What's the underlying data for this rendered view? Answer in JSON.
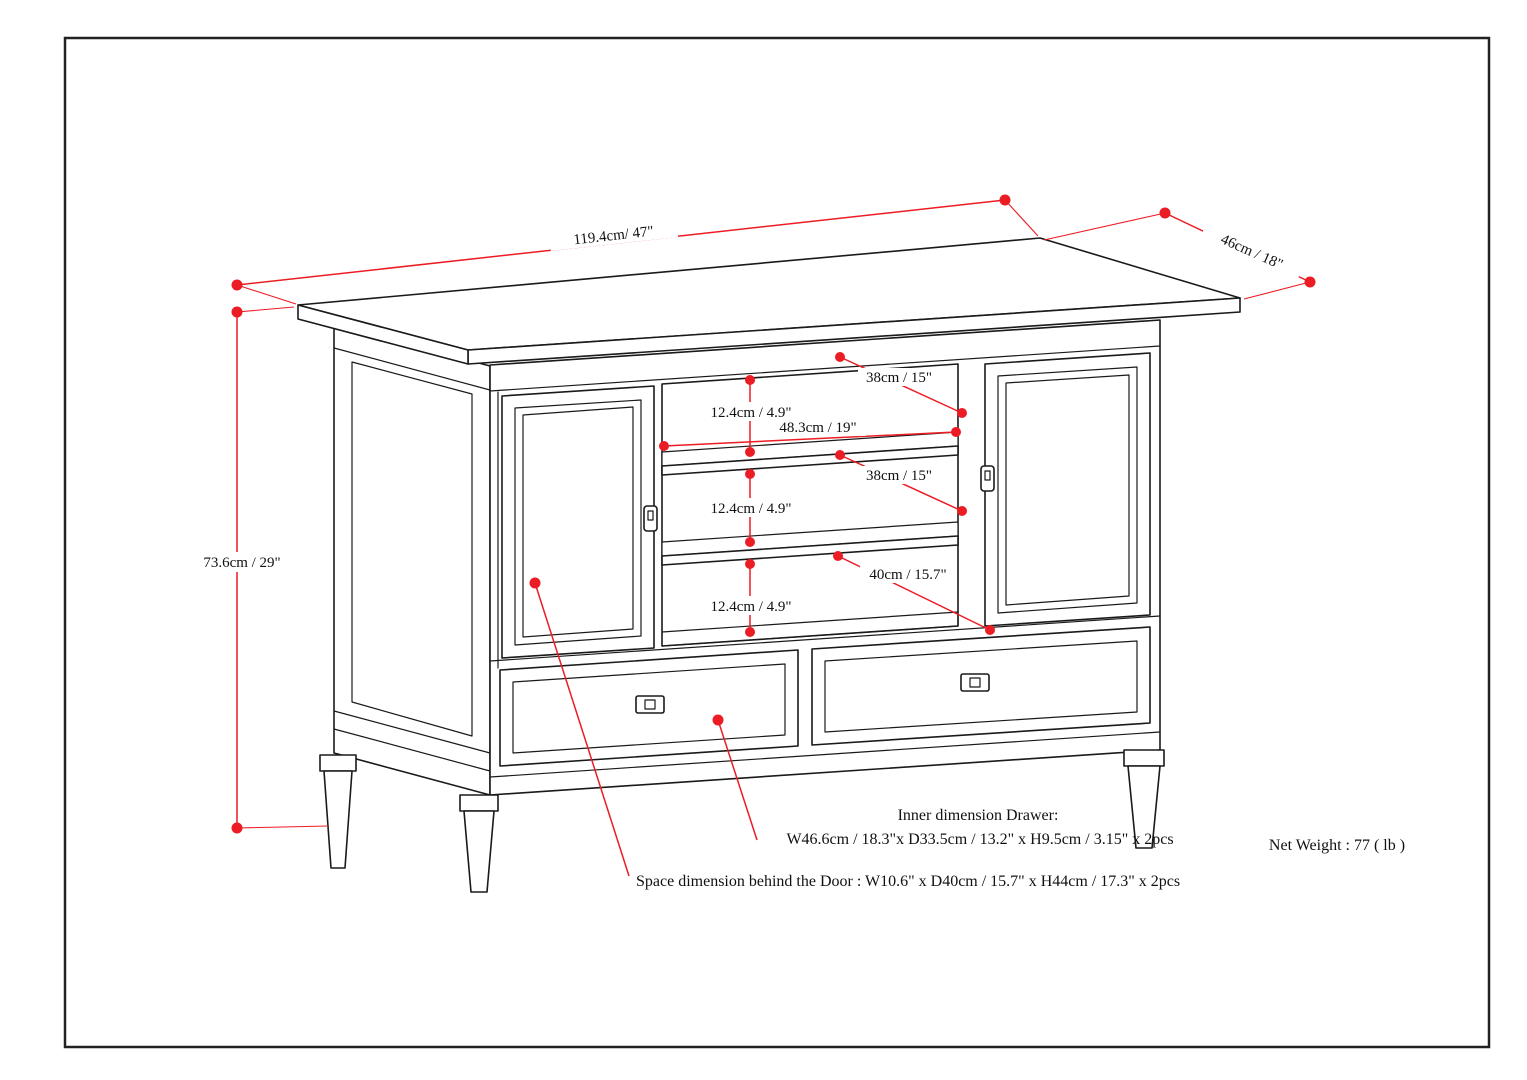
{
  "diagram": {
    "dimensions": {
      "width": "119.4cm/ 47\"",
      "depth": "46cm / 18\"",
      "height": "73.6cm / 29\"",
      "shelf_depth": "38cm / 15\"",
      "shelf_gap": "12.4cm / 4.9\"",
      "opening_width": "48.3cm / 19\"",
      "bottom_shelf_depth": "40cm / 15.7\""
    },
    "notes": {
      "drawer_title": "Inner dimension Drawer:",
      "drawer_specs": "W46.6cm / 18.3\"x D33.5cm / 13.2\" x H9.5cm / 3.15\" x 2pcs",
      "net_weight": "Net Weight : 77 ( lb )",
      "door_space": "Space dimension behind the Door  : W10.6\" x D40cm / 15.7\" x H44cm / 17.3\" x 2pcs"
    },
    "colors": {
      "line": "#1a1a1a",
      "dimension": "#ec1c24",
      "background": "#ffffff"
    }
  }
}
